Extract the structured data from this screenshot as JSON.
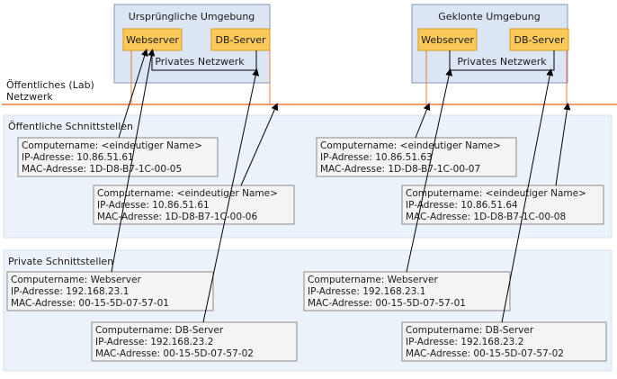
{
  "environments": {
    "original": {
      "title": "Ursprüngliche Umgebung",
      "webserver": "Webserver",
      "dbserver": "DB-Server",
      "private_net": "Privates Netzwerk"
    },
    "cloned": {
      "title": "Geklonte Umgebung",
      "webserver": "Webserver",
      "dbserver": "DB-Server",
      "private_net": "Privates Netzwerk"
    }
  },
  "lab_network": {
    "line1": "Öffentliches (Lab)",
    "line2": "Netzwerk"
  },
  "sections": {
    "public": "Öffentliche Schnittstellen",
    "private": "Private Schnittstellen"
  },
  "cards": {
    "orig_pub_web": {
      "name": "Computername: <eindeutiger Name>",
      "ip": "IP-Adresse: 10.86.51.61",
      "mac": "MAC-Adresse: 1D-D8-B7-1C-00-05"
    },
    "orig_pub_db": {
      "name": "Computername: <eindeutiger Name>",
      "ip": "IP-Adresse: 10.86.51.61",
      "mac": "MAC-Adresse: 1D-D8-B7-1C-00-06"
    },
    "clone_pub_web": {
      "name": "Computername: <eindeutiger Name>",
      "ip": "IP-Adresse: 10.86.51.63",
      "mac": "MAC-Adresse: 1D-D8-B7-1C-00-07"
    },
    "clone_pub_db": {
      "name": "Computername: <eindeutiger Name>",
      "ip": "IP-Adresse: 10.86.51.64",
      "mac": "MAC-Adresse: 1D-D8-B7-1C-00-08"
    },
    "orig_priv_web": {
      "name": "Computername: Webserver",
      "ip": "IP-Adresse: 192.168.23.1",
      "mac": "MAC-Adresse: 00-15-5D-07-57-01"
    },
    "orig_priv_db": {
      "name": "Computername: DB-Server",
      "ip": "IP-Adresse: 192.168.23.2",
      "mac": "MAC-Adresse: 00-15-5D-07-57-02"
    },
    "clone_priv_web": {
      "name": "Computername: Webserver",
      "ip": "IP-Adresse: 192.168.23.1",
      "mac": "MAC-Adresse: 00-15-5D-07-57-01"
    },
    "clone_priv_db": {
      "name": "Computername: DB-Server",
      "ip": "IP-Adresse: 192.168.23.2",
      "mac": "MAC-Adresse: 00-15-5D-07-57-02"
    }
  },
  "colors": {
    "env_fill": "#dbe5f4",
    "env_stroke": "#7f96bc",
    "server_fill": "#fbc95c",
    "server_stroke": "#d99a1a",
    "lab_line": "#ec7c3c",
    "section_fill": "#ecf2f9",
    "card_fill": "#f4f4f4"
  }
}
